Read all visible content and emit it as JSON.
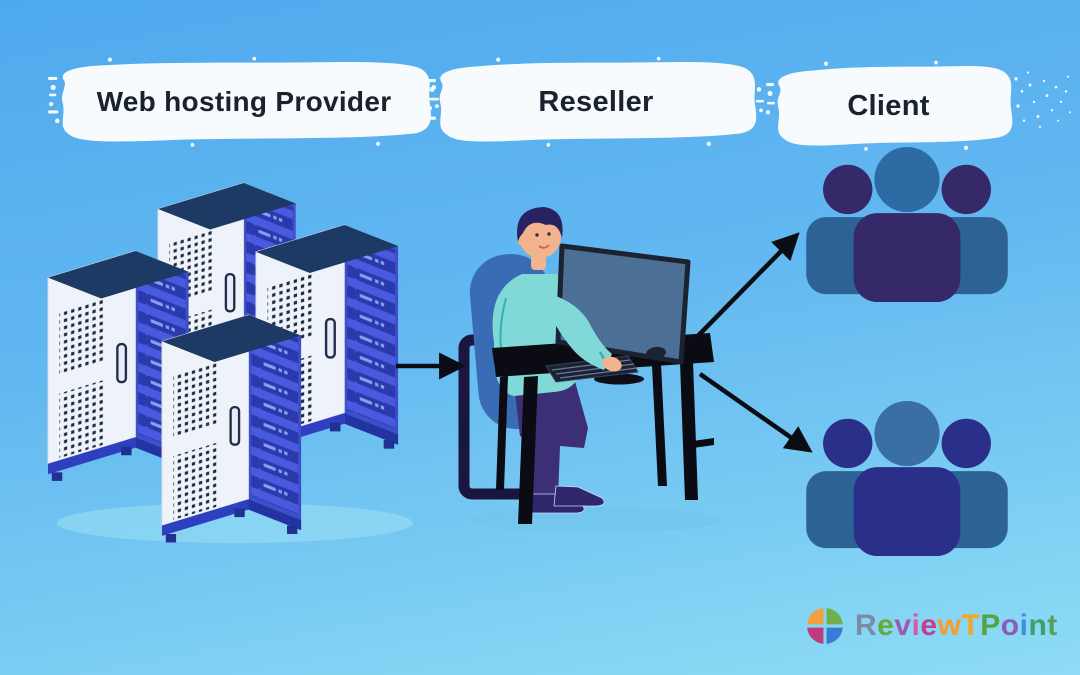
{
  "background": {
    "top": "#4fa9ee",
    "bottom": "#8edcf5"
  },
  "labels": {
    "provider": "Web hosting Provider",
    "reseller": "Reseller",
    "client": "Client"
  },
  "flow": {
    "arrows": [
      {
        "from": "web-hosting-provider",
        "to": "reseller",
        "direction": "right"
      },
      {
        "from": "reseller",
        "to": "client-group-top",
        "direction": "up-right"
      },
      {
        "from": "reseller",
        "to": "client-group-bottom",
        "direction": "down-right"
      }
    ]
  },
  "illustrations": {
    "provider": "four-isometric-server-racks",
    "reseller": "person-working-at-computer-desk",
    "client": "two-groups-of-three-people"
  },
  "clients": {
    "top": {
      "primary": "#36296a",
      "secondary": "#2d6295",
      "center_head": "#2e6ba4"
    },
    "bottom": {
      "primary": "#2a2f8a",
      "secondary": "#2d6295",
      "center_head": "#3a6fa5"
    }
  },
  "palette": {
    "arrow": "#0c0c14",
    "brush_stroke": "#f8fbfd",
    "label_text": "#1a222e",
    "server_front": "#eef2f9",
    "server_side": "#4a5ade",
    "server_top": "#1c3a63",
    "server_slot": "#2a3aad",
    "server_base": "#2e3fc0",
    "sweater": "#80d9d6",
    "skin": "#f3b38f",
    "hair": "#282260",
    "chair_cushion": "#3a6cb5",
    "pants": "#3d2f75",
    "desk": "#0b0b13",
    "monitor": "#4c7095"
  },
  "logo": {
    "text": "ReviewTPoint",
    "letters": [
      {
        "char": "R",
        "color": "#7b8aa6"
      },
      {
        "char": "e",
        "color": "#68a83d"
      },
      {
        "char": "v",
        "color": "#9a59b5"
      },
      {
        "char": "i",
        "color": "#d45ba8"
      },
      {
        "char": "e",
        "color": "#c13e92"
      },
      {
        "char": "w",
        "color": "#f59d2c"
      },
      {
        "char": "T",
        "color": "#f5a623"
      },
      {
        "char": "P",
        "color": "#55a344"
      },
      {
        "char": "o",
        "color": "#8e5bb5"
      },
      {
        "char": "i",
        "color": "#3e8fd8"
      },
      {
        "char": "n",
        "color": "#3f9e6e"
      },
      {
        "char": "t",
        "color": "#55a05e"
      }
    ],
    "icon": {
      "name": "quadrant-circle-icon",
      "top_left": "#f2a03d",
      "top_right": "#70b04a",
      "bottom_left": "#c03a7e",
      "bottom_right": "#3a7bd5"
    }
  }
}
